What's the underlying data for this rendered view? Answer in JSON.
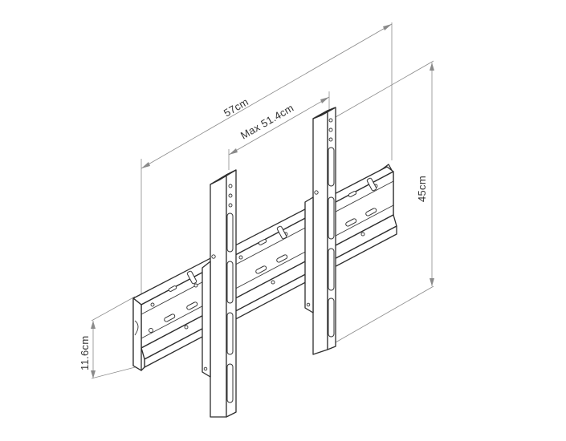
{
  "dimensions": {
    "overall_width": "57cm",
    "max_vesa_width": "Max 51.4cm",
    "height": "45cm",
    "rail_height": "11.6cm"
  },
  "colors": {
    "line": "#2e2e2e",
    "dimension_line": "#8a8a8a",
    "background": "#ffffff"
  }
}
